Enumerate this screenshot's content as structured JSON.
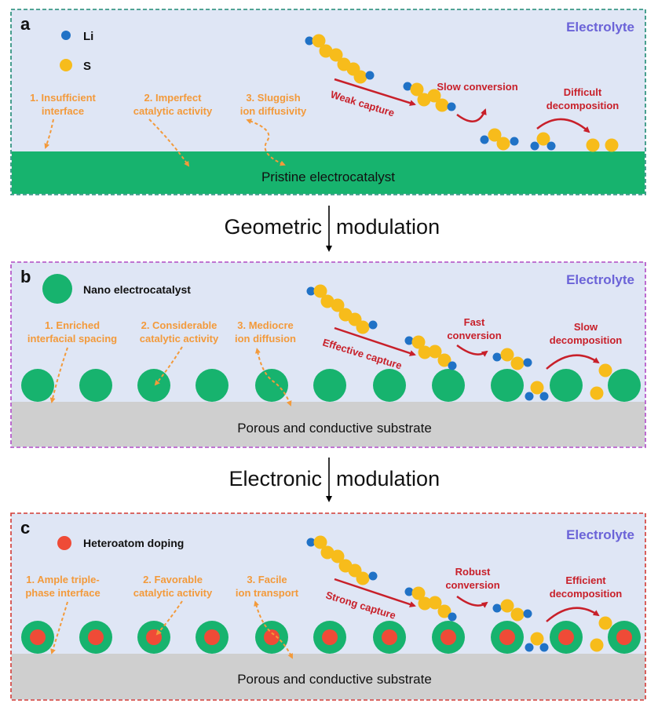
{
  "colors": {
    "panel_bg": "#dfe6f5",
    "electrolyte": "#6b63d8",
    "green": "#17b36e",
    "orange": "#f39a3b",
    "red": "#c8202a",
    "li_blue": "#2072c6",
    "s_yellow": "#f7bc1b",
    "dopant": "#ef4b37",
    "substrate": "#cfcfcf",
    "border_a": "#1f8a74",
    "border_b": "#b04ac4",
    "border_c": "#d23a34"
  },
  "legend": {
    "li": "Li",
    "s": "S"
  },
  "arrows": {
    "top": {
      "left": "Geometric",
      "right": "modulation"
    },
    "bottom": {
      "left": "Electronic",
      "right": "modulation"
    }
  },
  "panels": [
    {
      "letter": "a",
      "electrolyte": "Electrolyte",
      "legend_item": "",
      "issues": [
        [
          "1. Insufficient",
          "interface"
        ],
        [
          "2. Imperfect",
          "catalytic activity"
        ],
        [
          "3. Sluggish",
          "ion diffusivity"
        ]
      ],
      "capture": "Weak capture",
      "conversion": [
        "Slow conversion"
      ],
      "decomposition": [
        "Difficult",
        "decomposition"
      ],
      "base": "Pristine electrocatalyst"
    },
    {
      "letter": "b",
      "electrolyte": "Electrolyte",
      "legend_item": "Nano electrocatalyst",
      "issues": [
        [
          "1. Enriched",
          "interfacial spacing"
        ],
        [
          "2. Considerable",
          "catalytic activity"
        ],
        [
          "3. Mediocre",
          "ion diffusion"
        ]
      ],
      "capture": "Effective capture",
      "conversion": [
        "Fast",
        "conversion"
      ],
      "decomposition": [
        "Slow",
        "decomposition"
      ],
      "base": "Porous and conductive substrate"
    },
    {
      "letter": "c",
      "electrolyte": "Electrolyte",
      "legend_item": "Heteroatom doping",
      "issues": [
        [
          "1. Ample triple-",
          "phase interface"
        ],
        [
          "2. Favorable",
          "catalytic activity"
        ],
        [
          "3. Facile",
          "ion transport"
        ]
      ],
      "capture": "Strong capture",
      "conversion": [
        "Robust",
        "conversion"
      ],
      "decomposition": [
        "Efficient",
        "decomposition"
      ],
      "base": "Porous and conductive substrate"
    }
  ]
}
